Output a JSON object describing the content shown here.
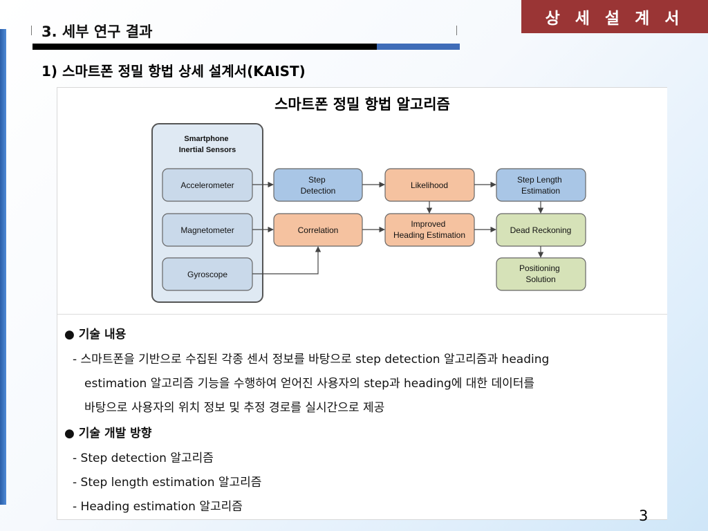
{
  "header": {
    "tag": "상 세 설 계 서",
    "section_title": "3. 세부 연구 결과",
    "subtitle": "1) 스마트폰 정밀 항법 상세 설계서(KAIST)"
  },
  "diagram": {
    "title": "스마트폰 정밀 항법 알고리즘",
    "sensor_group": [
      "Smartphone",
      "Inertial Sensors"
    ],
    "sensors": [
      "Accelerometer",
      "Magnetometer",
      "Gyroscope"
    ],
    "processing": {
      "step_detection": [
        "Step",
        "Detection"
      ],
      "correlation": [
        "Correlation"
      ],
      "likelihood": [
        "Likelihood"
      ],
      "improved_heading": [
        "Improved",
        "Heading Estimation"
      ],
      "step_length": [
        "Step Length",
        "Estimation"
      ],
      "dead_reckoning": [
        "Dead Reckoning"
      ],
      "positioning": [
        "Positioning",
        "Solution"
      ]
    },
    "colors": {
      "sensor_fill": "#c9d9ea",
      "group_fill": "#dfe9f3",
      "detection_fill": "#a9c6e6",
      "orange_fill": "#f5c2a0",
      "green_fill": "#d6e2b8"
    }
  },
  "content": {
    "tech_title": "기술 내용",
    "tech_lines": [
      "- 스마트폰을 기반으로 수집된 각종 센서 정보를 바탕으로 step detection 알고리즘과 heading",
      "estimation 알고리즘 기능을 수행하여 얻어진 사용자의 step과 heading에 대한 데이터를",
      "바탕으로 사용자의 위치 정보 및 추정 경로를 실시간으로 제공"
    ],
    "dev_title": "기술 개발 방향",
    "dev_items": [
      "- Step detection 알고리즘",
      "- Step length estimation 알고리즘",
      "- Heading estimation 알고리즘"
    ]
  },
  "page_number": "3"
}
